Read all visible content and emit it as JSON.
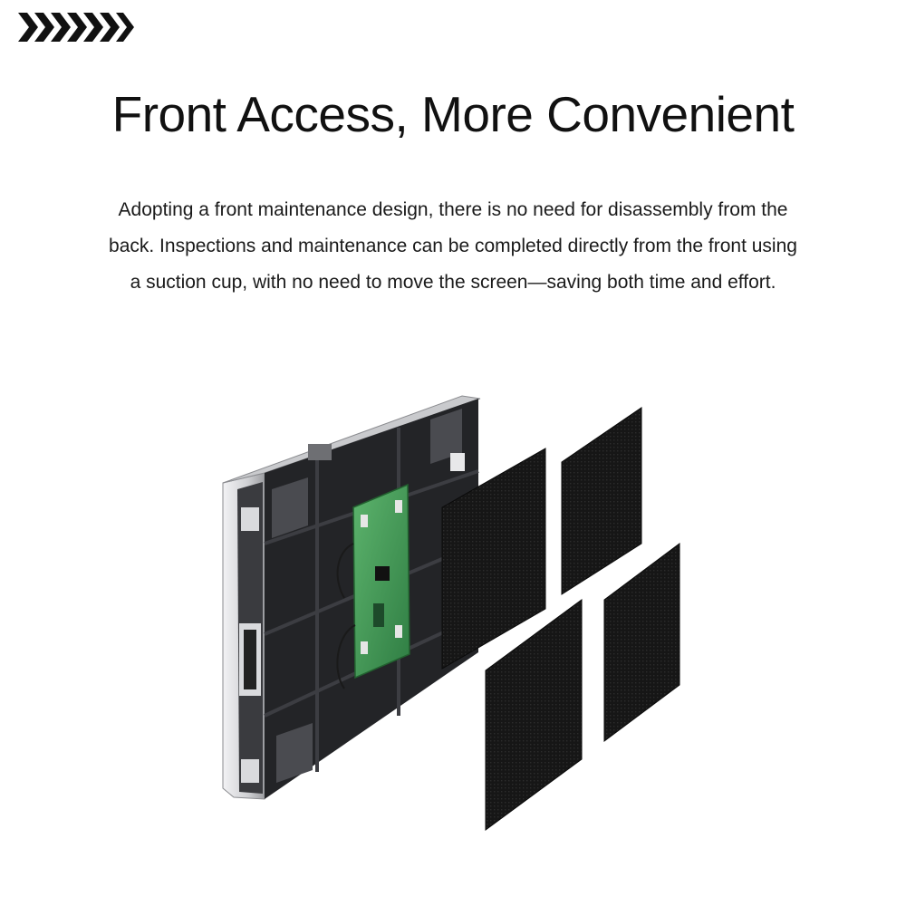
{
  "logo": {
    "icon": "chevrons-icon",
    "color": "#111111"
  },
  "heading": {
    "title": "Front Access, More Convenient"
  },
  "description": {
    "lines": [
      "Adopting a front maintenance design, there is no need for disassembly from the",
      "back. Inspections and maintenance can be completed directly from the front using",
      "a suction cup, with no need to move the screen—saving both time and effort."
    ]
  },
  "illustration": {
    "subject": "led-cabinet-with-front-modules",
    "module_count": 4,
    "colors": {
      "frame": "#d9dadd",
      "cabinet": "#2a2b2e",
      "pcb": "#3f9a55",
      "module": "#141414"
    }
  }
}
